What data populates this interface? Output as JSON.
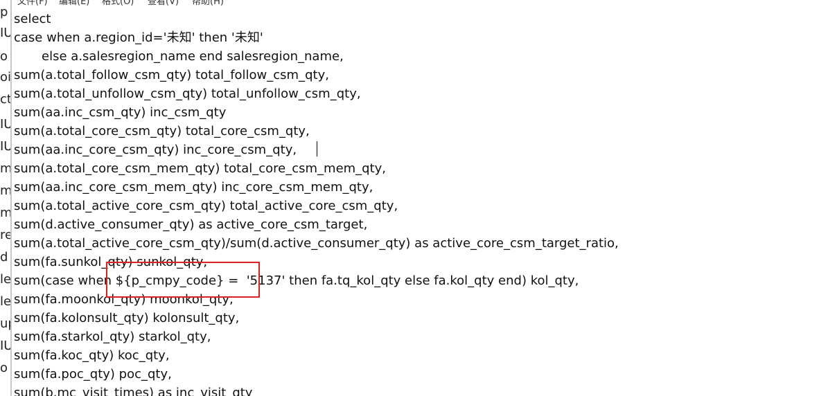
{
  "menubar": {
    "items": [
      "文件(F)",
      "编辑(E)",
      "格式(O)",
      "查看(V)",
      "帮助(H)"
    ]
  },
  "left_strip": {
    "fragments": [
      "p",
      "IU",
      "o",
      "oi",
      "ct",
      "IU",
      "IU",
      "m(",
      "m(",
      "m",
      "re",
      "d",
      "le",
      "le",
      "up",
      "IU",
      "o"
    ]
  },
  "editor": {
    "lines": [
      "select",
      "case when a.region_id='未知' then '未知'",
      "       else a.salesregion_name end salesregion_name,",
      "sum(a.total_follow_csm_qty) total_follow_csm_qty,",
      "sum(a.total_unfollow_csm_qty) total_unfollow_csm_qty,",
      "sum(aa.inc_csm_qty) inc_csm_qty",
      "sum(a.total_core_csm_qty) total_core_csm_qty,",
      "sum(aa.inc_core_csm_qty) inc_core_csm_qty,",
      "sum(a.total_core_csm_mem_qty) total_core_csm_mem_qty,",
      "sum(aa.inc_core_csm_mem_qty) inc_core_csm_mem_qty,",
      "sum(a.total_active_core_csm_qty) total_active_core_csm_qty,",
      "sum(d.active_consumer_qty) as active_core_csm_target,",
      "sum(a.total_active_core_csm_qty)/sum(d.active_consumer_qty) as active_core_csm_target_ratio,",
      "sum(fa.sunkol_qty) sunkol_qty,",
      "sum(case when ${p_cmpy_code} =  '5137' then fa.tq_kol_qty else fa.kol_qty end) kol_qty,",
      "sum(fa.moonkol_qty) moonkol_qty,",
      "sum(fa.kolonsult_qty) kolonsult_qty,",
      "sum(fa.starkol_qty) starkol_qty,",
      "sum(fa.koc_qty) koc_qty,",
      "sum(fa.poc_qty) poc_qty,",
      "sum(b.mc_visit_times) as inc_visit_qty"
    ]
  }
}
